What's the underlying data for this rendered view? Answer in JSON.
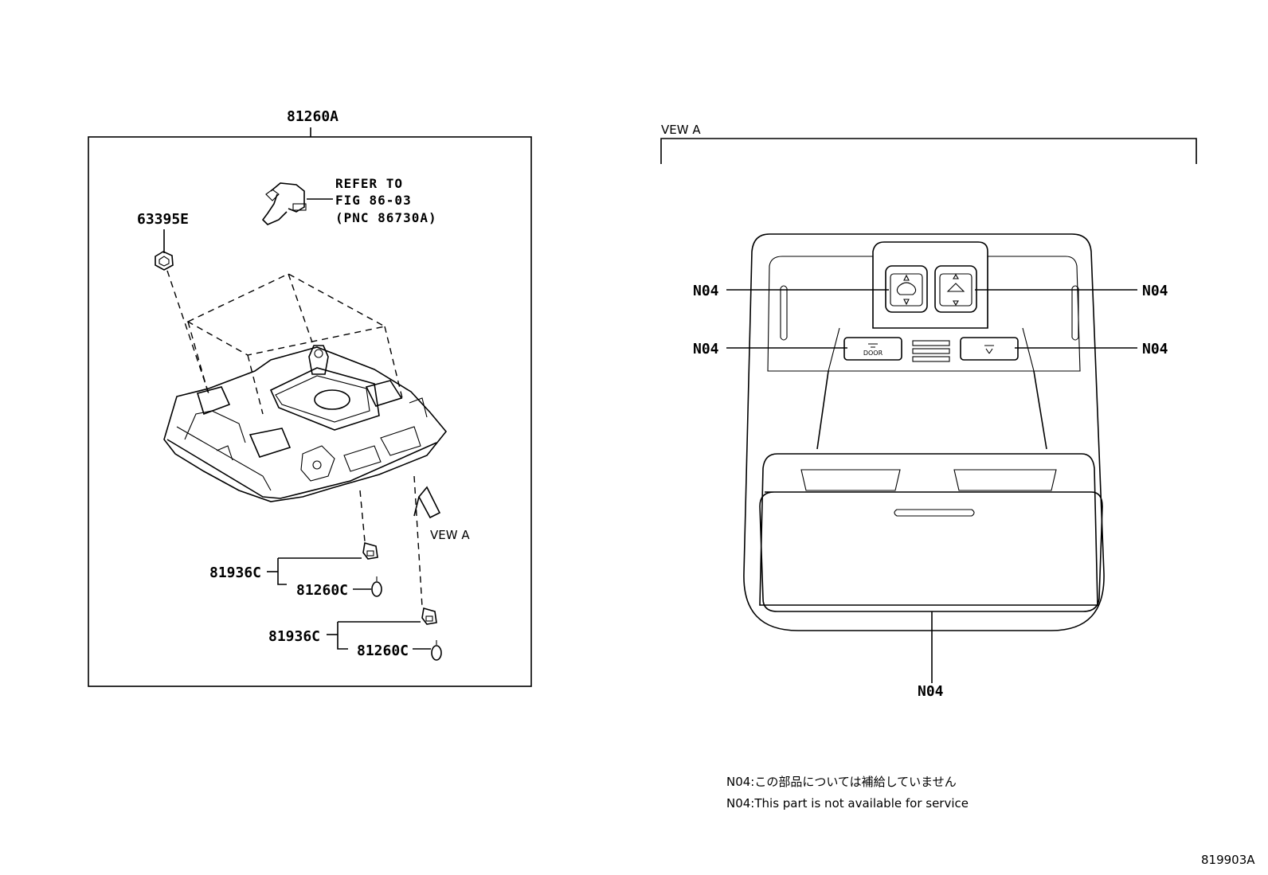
{
  "labels": {
    "assembly": "81260A",
    "clip": "63395E",
    "refer": [
      "REFER TO",
      "FIG 86-03",
      "(PNC 86730A)"
    ],
    "view_arrow": "VEW A",
    "socket_1": "81936C",
    "bulb_1": "81260C",
    "socket_2": "81936C",
    "bulb_2": "81260C",
    "view_title": "VEW A",
    "door_button": "DOOR",
    "callouts": [
      "N04",
      "N04",
      "N04",
      "N04",
      "N04"
    ],
    "figure_id": "819903A"
  },
  "notes": {
    "ja": "N04:この部品については補給していません",
    "en": "N04:This part is not available for service"
  }
}
